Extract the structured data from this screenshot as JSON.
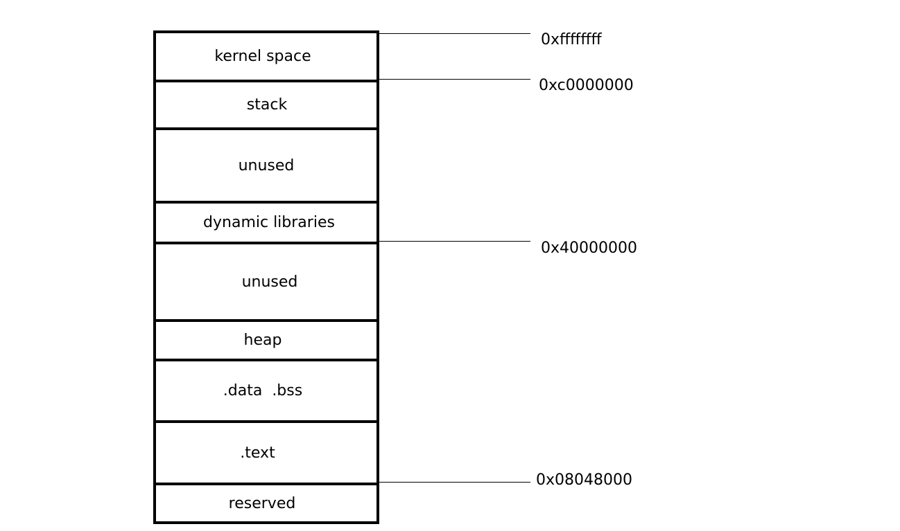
{
  "segments": [
    {
      "id": "kernel-space",
      "label": "kernel space"
    },
    {
      "id": "stack",
      "label": "stack"
    },
    {
      "id": "unused-upper",
      "label": "unused"
    },
    {
      "id": "dynamic-libraries",
      "label": "dynamic libraries"
    },
    {
      "id": "unused-lower",
      "label": "unused"
    },
    {
      "id": "heap",
      "label": "heap"
    },
    {
      "id": "data-bss",
      "label": ".data  .bss"
    },
    {
      "id": "text",
      "label": ".text"
    },
    {
      "id": "reserved",
      "label": "reserved"
    }
  ],
  "addresses": [
    {
      "id": "top",
      "label": "0xffffffff"
    },
    {
      "id": "kernel-boundary",
      "label": "0xc0000000"
    },
    {
      "id": "libraries-boundary",
      "label": "0x40000000"
    },
    {
      "id": "text-start",
      "label": "0x08048000"
    }
  ]
}
